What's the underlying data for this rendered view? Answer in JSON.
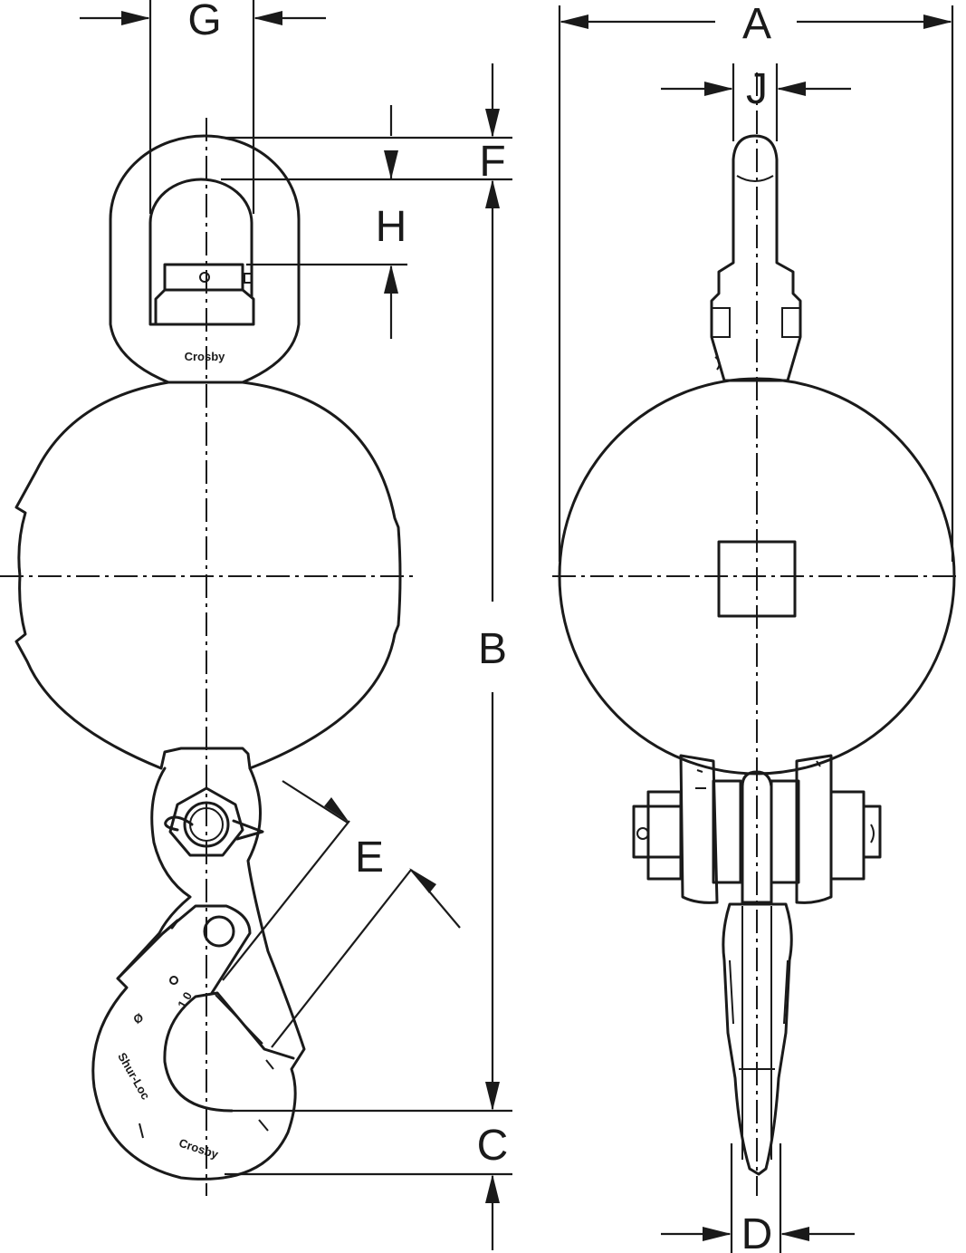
{
  "labels": {
    "A": "A",
    "B": "B",
    "C": "C",
    "D": "D",
    "E": "E",
    "F": "F",
    "G": "G",
    "H": "H",
    "J": "J"
  },
  "markings": {
    "swivel_brand": "Crosby",
    "hook_brand": "Crosby",
    "latch_name": "Shur-Loc"
  }
}
